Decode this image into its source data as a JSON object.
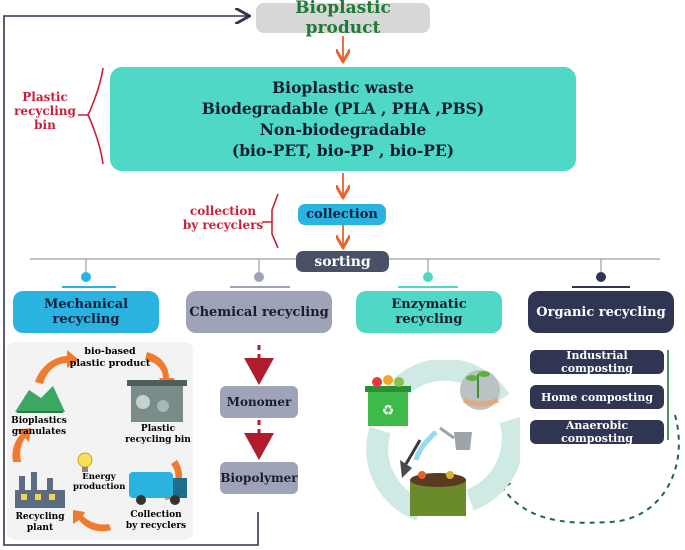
{
  "title": "Bioplastic product",
  "waste_box": {
    "line1": "Bioplastic waste",
    "line2": "Biodegradable (PLA , PHA ,PBS)",
    "line3": "Non-biodegradable",
    "line4": "(bio-PET,  bio-PP , bio-PE)"
  },
  "side_label_bin": [
    "Plastic",
    "recycling",
    "bin"
  ],
  "side_label_collection": [
    "collection",
    "by recyclers"
  ],
  "collection": "collection",
  "sorting": "sorting",
  "methods": {
    "mechanical": "Mechanical recycling",
    "chemical": "Chemical recycling",
    "enzymatic": "Enzymatic recycling",
    "organic": "Organic recycling"
  },
  "mechanical_cycle": {
    "product": [
      "bio-based",
      "plastic product"
    ],
    "bin": [
      "Plastic",
      "recycling bin"
    ],
    "collection": [
      "Collection",
      "by recyclers"
    ],
    "plant": [
      "Recycling",
      "plant"
    ],
    "granulates": [
      "Bioplastics",
      "granulates"
    ],
    "energy": [
      "Energy",
      "production"
    ]
  },
  "chemical_steps": [
    "Monomer",
    "Biopolymer"
  ],
  "organic_options": [
    "Industrial composting",
    "Home composting",
    "Anaerobic composting"
  ],
  "colors": {
    "teal": "#4fd8c5",
    "blue": "#2ab3e0",
    "gray": "#9ea3b8",
    "navy": "#2f3552",
    "arrow": "#e8622a",
    "red": "#c8203a"
  }
}
